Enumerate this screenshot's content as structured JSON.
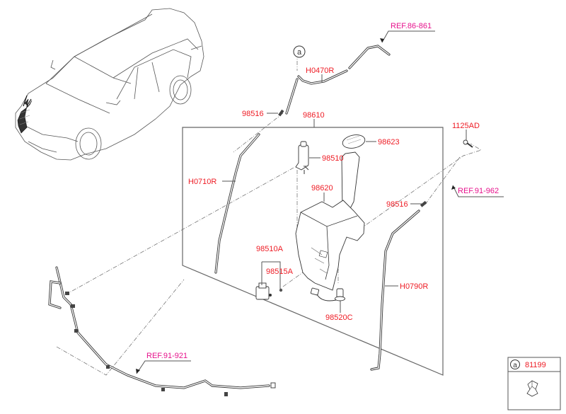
{
  "diagram": {
    "title": "Windshield Washer Reservoir & Hoses",
    "colors": {
      "part_label": "#ee1c25",
      "ref_label": "#e6128c",
      "line": "#555555"
    },
    "parts": [
      {
        "id": "hose-upper",
        "label": "H0470R"
      },
      {
        "id": "hose-left",
        "label": "H0710R"
      },
      {
        "id": "hose-right",
        "label": "H0790R"
      },
      {
        "id": "connector-left",
        "label": "98516"
      },
      {
        "id": "connector-right",
        "label": "98516"
      },
      {
        "id": "reservoir-assy",
        "label": "98610"
      },
      {
        "id": "cap",
        "label": "98623"
      },
      {
        "id": "pump",
        "label": "98510"
      },
      {
        "id": "reservoir",
        "label": "98620"
      },
      {
        "id": "bolt",
        "label": "1125AD"
      },
      {
        "id": "pump-rear",
        "label": "98510A"
      },
      {
        "id": "grommet",
        "label": "98515A"
      },
      {
        "id": "level-sensor",
        "label": "98520C"
      }
    ],
    "references": [
      {
        "id": "ref-top",
        "label": "REF.86-861"
      },
      {
        "id": "ref-right",
        "label": "REF.91-962"
      },
      {
        "id": "ref-bottom",
        "label": "REF.91-921"
      }
    ],
    "callout": {
      "marker": "a"
    },
    "legend_box": {
      "marker": "a",
      "part_number": "81199"
    }
  }
}
